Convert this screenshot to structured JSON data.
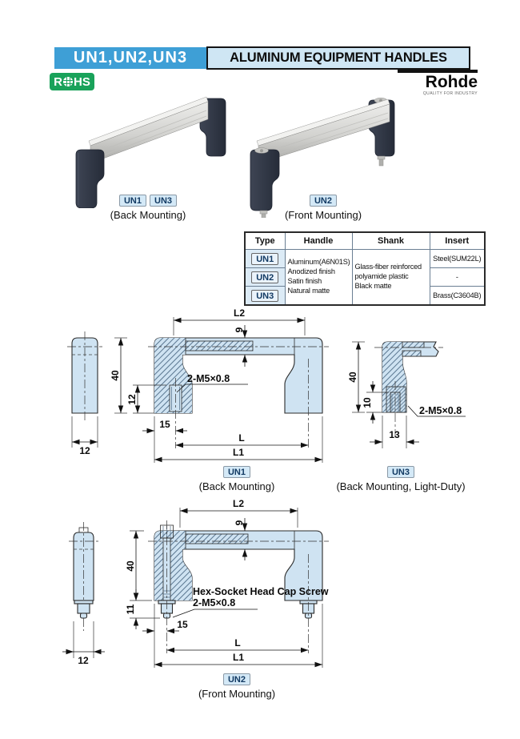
{
  "header": {
    "model_codes": "UN1,UN2,UN3",
    "title": "ALUMINUM EQUIPMENT HANDLES",
    "accent_color": "#3e9fd6",
    "panel_color": "#cfe6f4"
  },
  "rohs": {
    "left": "R",
    "right": "HS",
    "color": "#19a25a"
  },
  "brand": {
    "name": "Rohde",
    "tagline": "QUALITY FOR INDUSTRY"
  },
  "products": [
    {
      "codes": [
        "UN1",
        "UN3"
      ],
      "caption": "(Back Mounting)"
    },
    {
      "codes": [
        "UN2"
      ],
      "caption": "(Front Mounting)"
    }
  ],
  "spec_table": {
    "headers": [
      "Type",
      "Handle",
      "Shank",
      "Insert"
    ],
    "types": [
      "UN1",
      "UN2",
      "UN3"
    ],
    "handle_lines": [
      "Aluminum(A6N01S)",
      "Anodized finish",
      "Satin finish",
      "Natural matte"
    ],
    "shank_lines": [
      "Glass-fiber reinforced",
      "polyamide plastic",
      "Black matte"
    ],
    "inserts": [
      "Steel(SUM22L)",
      "-",
      "Brass(C3604B)"
    ]
  },
  "drawings": {
    "un1": {
      "code": "UN1",
      "caption": "(Back Mounting)",
      "dims": {
        "l2": "L2",
        "bar_h": "9",
        "height": "40",
        "thread_depth": "12",
        "edge_to_hole": "15",
        "hole_span": "L",
        "overall": "L1",
        "side_w": "12",
        "thread": "2-M5×0.8"
      }
    },
    "un3": {
      "code": "UN3",
      "caption": "(Back Mounting, Light-Duty)",
      "dims": {
        "height": "40",
        "thread_depth": "10",
        "base_w": "13",
        "thread": "2-M5×0.8"
      }
    },
    "un2": {
      "code": "UN2",
      "caption": "(Front Mounting)",
      "dims": {
        "l2": "L2",
        "bar_h": "9",
        "height": "40",
        "stud_len": "11",
        "edge_to_hole": "15",
        "hole_span": "L",
        "overall": "L1",
        "side_w": "12",
        "note1": "Hex-Socket Head Cap Screw",
        "note2": "2-M5×0.8"
      }
    }
  }
}
